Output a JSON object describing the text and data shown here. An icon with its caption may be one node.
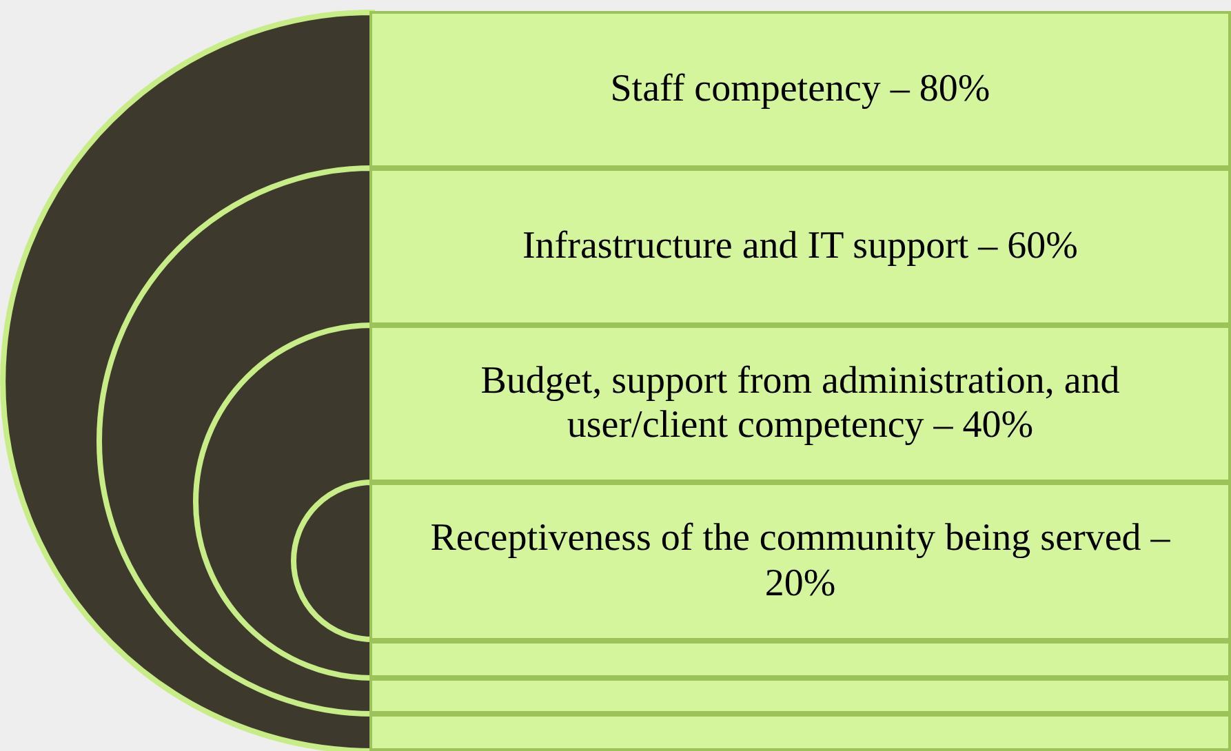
{
  "diagram": {
    "nodes": [
      {
        "text": [
          "Staff competency – 80%"
        ]
      },
      {
        "text": [
          "Infrastructure and IT support – 60%"
        ]
      },
      {
        "text": [
          "Budget, support from administration, and user/client competency – 40%"
        ]
      },
      {
        "text": [
          "Receptiveness of the community being served – 20%"
        ]
      },
      {
        "text": [],
        "shape": "box"
      },
      {
        "text": [],
        "shape": "box"
      },
      {
        "text": [],
        "shape": "box"
      }
    ]
  }
}
